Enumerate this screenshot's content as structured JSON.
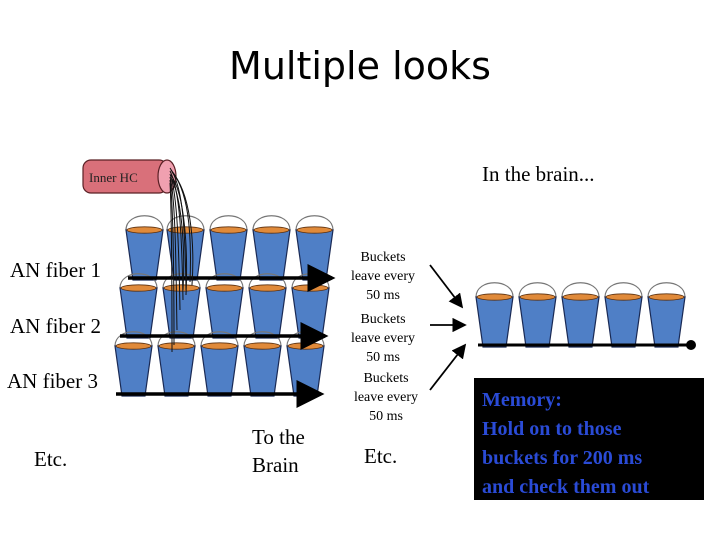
{
  "slide": {
    "title": "Multiple looks",
    "inner_hc_label": "Inner HC",
    "fiber_labels": [
      "AN fiber 1",
      "AN fiber 2",
      "AN fiber 3"
    ],
    "left_etc": "Etc.",
    "to_brain": [
      "To the",
      "Brain"
    ],
    "bucket_notes": [
      [
        "Buckets",
        "leave every",
        "50 ms"
      ],
      [
        "Buckets",
        "leave every",
        "50 ms"
      ],
      [
        "Buckets",
        "leave every",
        "50 ms"
      ]
    ],
    "middle_etc": "Etc.",
    "brain_heading": "In the brain...",
    "memory_lines": [
      "Memory:",
      "Hold on to those",
      "buckets for 200 ms",
      "and check them out"
    ]
  },
  "colors": {
    "bucket_body": "#4f7fc6",
    "bucket_stroke": "#1a2a55",
    "bucket_rim": "#e08a3a",
    "tube_fill": "#d9707a",
    "tube_end": "#f0a0b0",
    "memory_bg": "#000000",
    "memory_text": "#2a4bd6"
  },
  "icons": [
    "bucket-icon",
    "hair-cell-tube-icon",
    "arrow-icon"
  ]
}
